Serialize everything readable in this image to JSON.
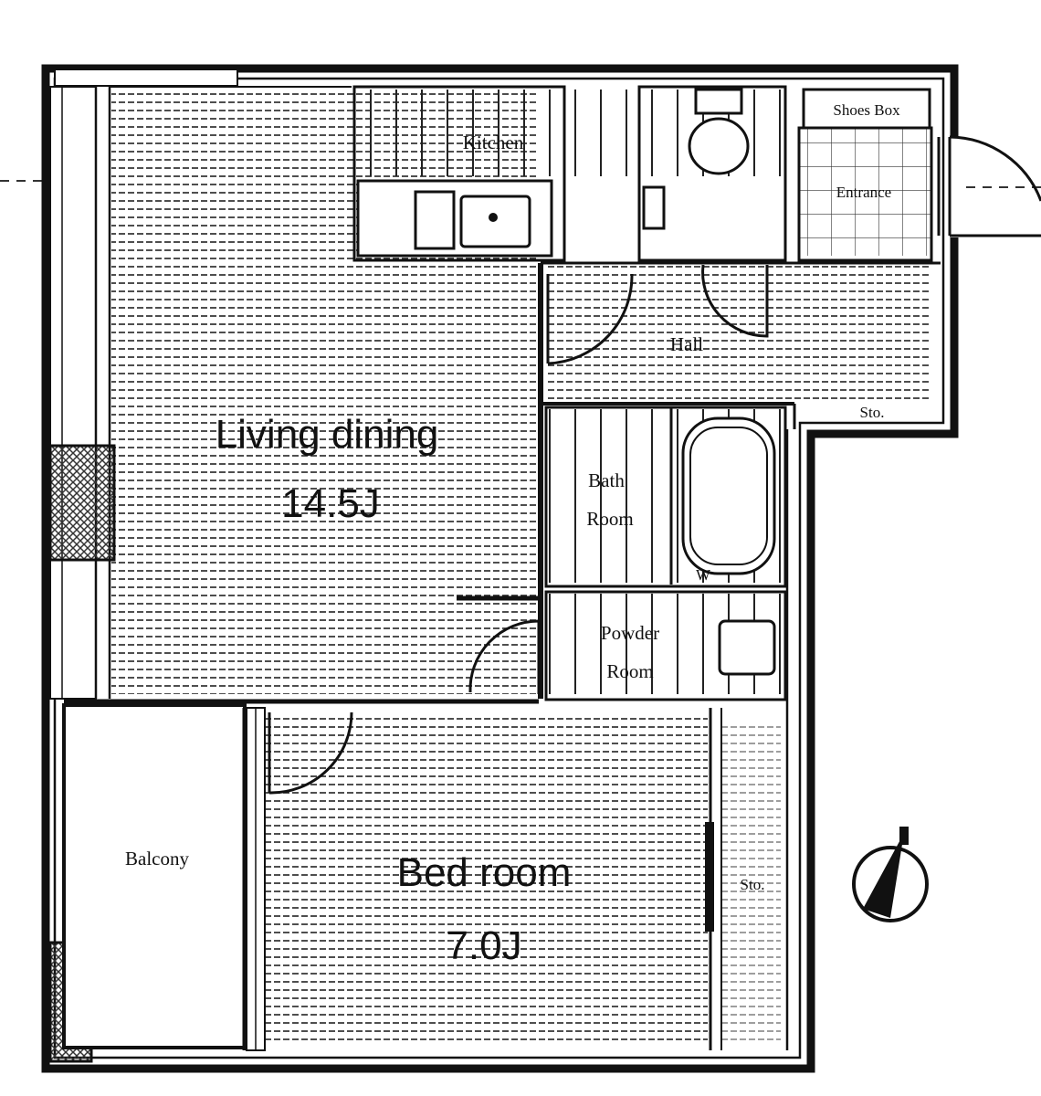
{
  "rooms": {
    "living_dining": {
      "name": "Living dining",
      "size": "14.5J"
    },
    "kitchen": {
      "name": "Kitchen"
    },
    "shoes_box": {
      "name": "Shoes Box"
    },
    "entrance": {
      "name": "Entrance"
    },
    "hall": {
      "name": "Hall"
    },
    "storage_hall": {
      "name": "Sto."
    },
    "bath_room": {
      "name_line1": "Bath",
      "name_line2": "Room"
    },
    "powder_room": {
      "name_line1": "Powder",
      "name_line2": "Room"
    },
    "bed_room": {
      "name": "Bed room",
      "size": "7.0J"
    },
    "storage_bed": {
      "name": "Sto."
    },
    "balcony": {
      "name": "Balcony"
    }
  },
  "fixtures": {
    "washer_mark": "W"
  },
  "colors": {
    "ink": "#111111",
    "hatch": "#444444",
    "paper": "#ffffff"
  }
}
